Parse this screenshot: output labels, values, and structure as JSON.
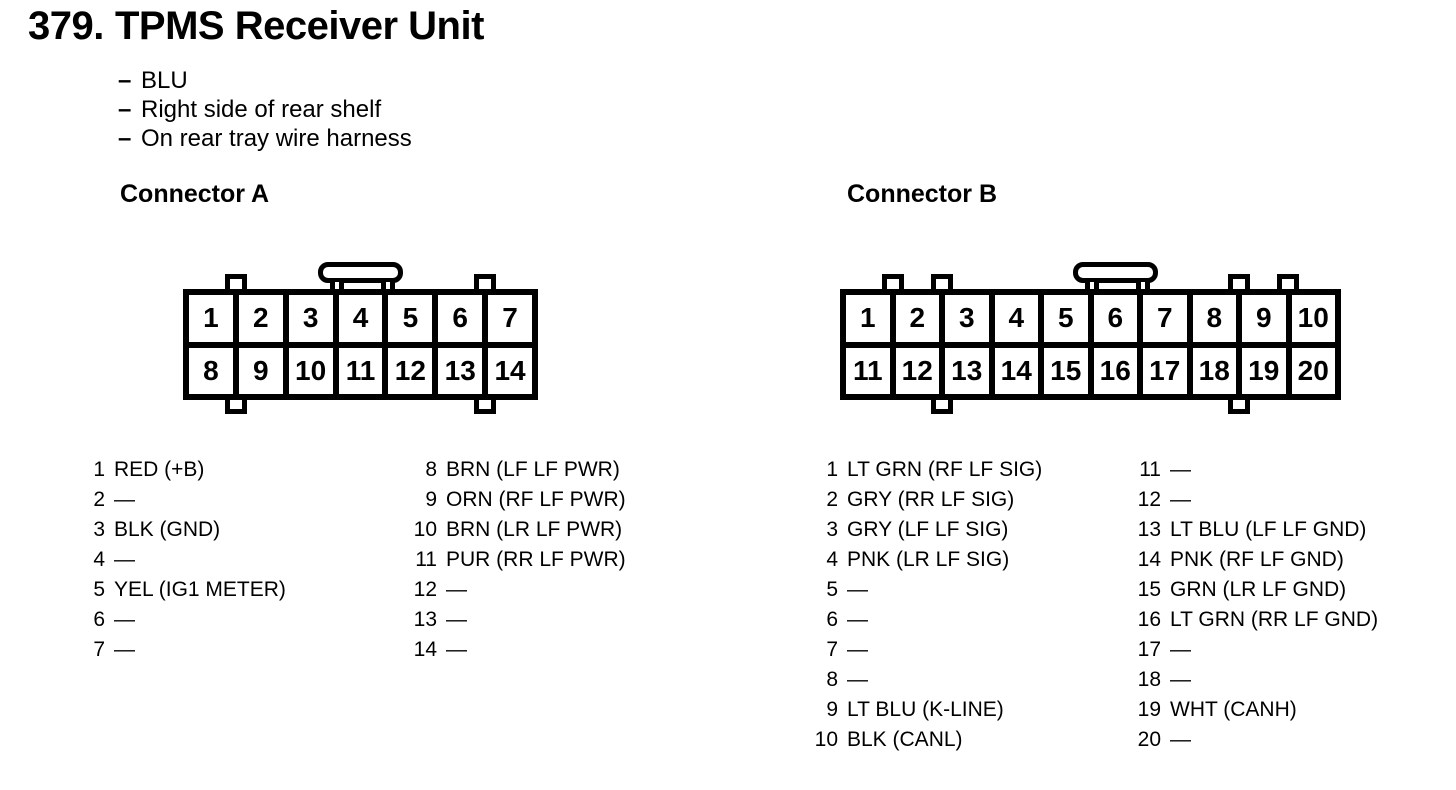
{
  "colors": {
    "ink": "#000000",
    "paper": "#ffffff"
  },
  "header": {
    "index": "379.",
    "title": "TPMS Receiver Unit",
    "notes": [
      {
        "marker": "–",
        "text": "BLU"
      },
      {
        "marker": "–",
        "text": "Right side of rear shelf"
      },
      {
        "marker": "–",
        "text": "On rear tray wire harness"
      }
    ]
  },
  "connector_a": {
    "heading": "Connector A",
    "grid_rows": [
      [
        "1",
        "2",
        "3",
        "4",
        "5",
        "6",
        "7"
      ],
      [
        "8",
        "9",
        "10",
        "11",
        "12",
        "13",
        "14"
      ]
    ],
    "pin_columns": [
      [
        {
          "num": "1",
          "desc": "RED (+B)"
        },
        {
          "num": "2",
          "desc": "—"
        },
        {
          "num": "3",
          "desc": "BLK (GND)"
        },
        {
          "num": "4",
          "desc": "—"
        },
        {
          "num": "5",
          "desc": "YEL (IG1 METER)"
        },
        {
          "num": "6",
          "desc": "—"
        },
        {
          "num": "7",
          "desc": "—"
        }
      ],
      [
        {
          "num": "8",
          "desc": "BRN (LF LF PWR)"
        },
        {
          "num": "9",
          "desc": "ORN (RF LF PWR)"
        },
        {
          "num": "10",
          "desc": "BRN (LR LF PWR)"
        },
        {
          "num": "11",
          "desc": "PUR (RR LF PWR)"
        },
        {
          "num": "12",
          "desc": "—"
        },
        {
          "num": "13",
          "desc": "—"
        },
        {
          "num": "14",
          "desc": "—"
        }
      ]
    ]
  },
  "connector_b": {
    "heading": "Connector B",
    "grid_rows": [
      [
        "1",
        "2",
        "3",
        "4",
        "5",
        "6",
        "7",
        "8",
        "9",
        "10"
      ],
      [
        "11",
        "12",
        "13",
        "14",
        "15",
        "16",
        "17",
        "18",
        "19",
        "20"
      ]
    ],
    "pin_columns": [
      [
        {
          "num": "1",
          "desc": "LT GRN (RF LF SIG)"
        },
        {
          "num": "2",
          "desc": "GRY (RR LF SIG)"
        },
        {
          "num": "3",
          "desc": "GRY (LF LF SIG)"
        },
        {
          "num": "4",
          "desc": "PNK (LR LF SIG)"
        },
        {
          "num": "5",
          "desc": "—"
        },
        {
          "num": "6",
          "desc": "—"
        },
        {
          "num": "7",
          "desc": "—"
        },
        {
          "num": "8",
          "desc": "—"
        },
        {
          "num": "9",
          "desc": "LT BLU (K-LINE)"
        },
        {
          "num": "10",
          "desc": "BLK (CANL)"
        }
      ],
      [
        {
          "num": "11",
          "desc": "—"
        },
        {
          "num": "12",
          "desc": "—"
        },
        {
          "num": "13",
          "desc": "LT BLU (LF LF GND)"
        },
        {
          "num": "14",
          "desc": "PNK (RF LF GND)"
        },
        {
          "num": "15",
          "desc": "GRN (LR LF GND)"
        },
        {
          "num": "16",
          "desc": "LT GRN (RR LF GND)"
        },
        {
          "num": "17",
          "desc": "—"
        },
        {
          "num": "18",
          "desc": "—"
        },
        {
          "num": "19",
          "desc": "WHT (CANH)"
        },
        {
          "num": "20",
          "desc": "—"
        }
      ]
    ]
  }
}
